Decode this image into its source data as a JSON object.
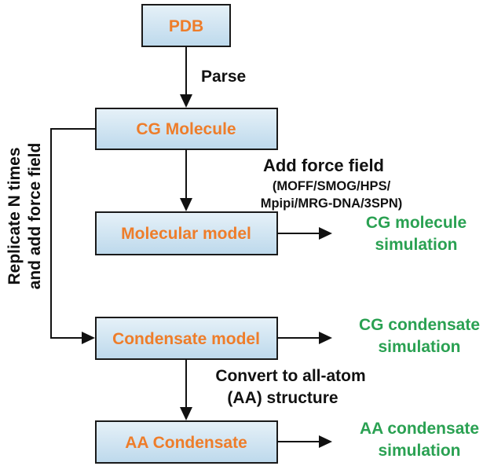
{
  "colors": {
    "box_fill_light": "#e6f1f8",
    "box_fill_dark": "#bdd9ec",
    "box_text": "#ee7d2a",
    "output_text": "#2aa152",
    "line": "#111111"
  },
  "boxes": {
    "pdb": "PDB",
    "cg_molecule": "CG Molecule",
    "molecular_model": "Molecular model",
    "condensate_model": "Condensate model",
    "aa_condensate": "AA Condensate"
  },
  "edges": {
    "parse": "Parse",
    "add_force_field": {
      "line1": "Add force field",
      "line2": "(MOFF/SMOG/HPS/",
      "line3": "Mpipi/MRG-DNA/3SPN)"
    },
    "replicate": {
      "line1": "Replicate N times",
      "line2": "and add force field"
    },
    "convert": {
      "line1": "Convert to all-atom",
      "line2": "(AA) structure"
    }
  },
  "outputs": {
    "cg_molecule_sim": {
      "line1": "CG molecule",
      "line2": "simulation"
    },
    "cg_condensate_sim": {
      "line1": "CG condensate",
      "line2": "simulation"
    },
    "aa_condensate_sim": {
      "line1": "AA condensate",
      "line2": "simulation"
    }
  }
}
